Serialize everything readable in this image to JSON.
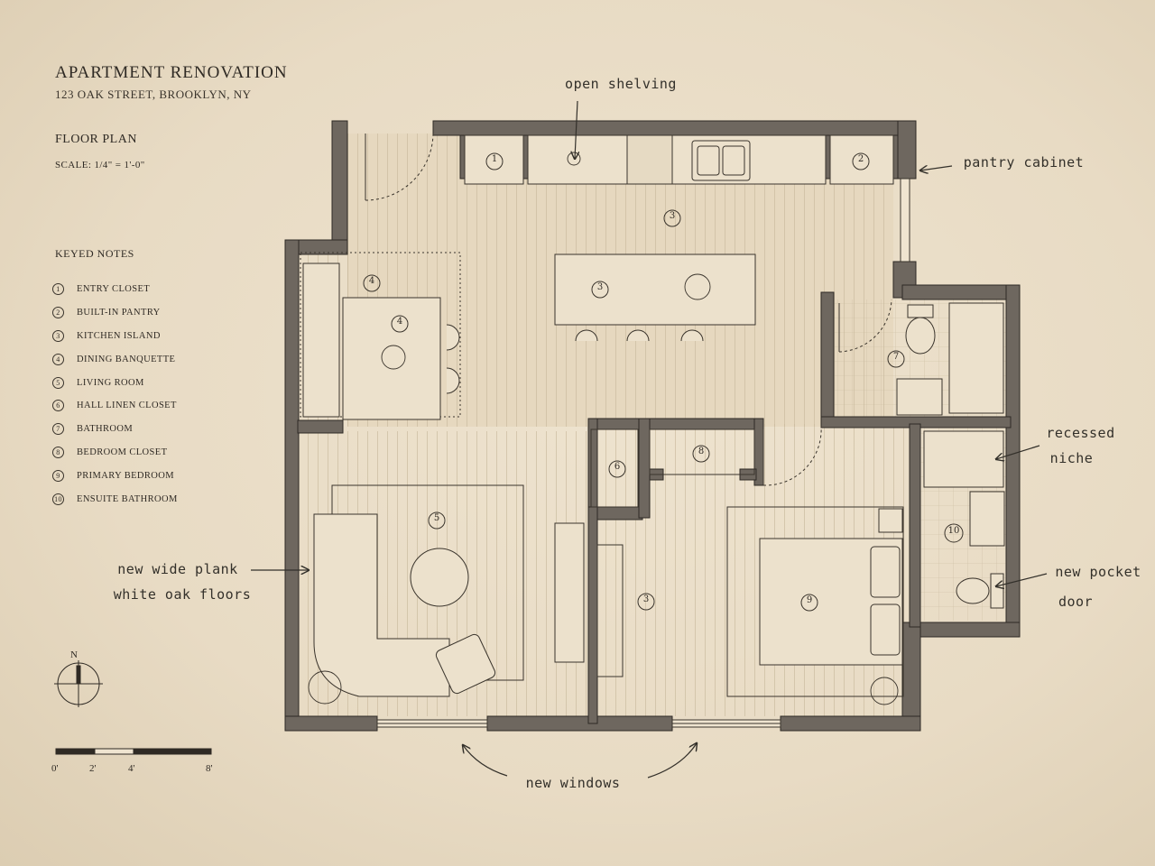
{
  "header": {
    "title": "APARTMENT RENOVATION",
    "address": "123 OAK STREET, BROOKLYN, NY",
    "plan_label": "FLOOR PLAN",
    "scale": "SCALE: 1/4\" = 1'-0\""
  },
  "keyed_notes": {
    "heading": "KEYED NOTES",
    "items": [
      {
        "num": "1",
        "label": "ENTRY CLOSET"
      },
      {
        "num": "2",
        "label": "BUILT-IN PANTRY"
      },
      {
        "num": "3",
        "label": "KITCHEN ISLAND"
      },
      {
        "num": "4",
        "label": "DINING BANQUETTE"
      },
      {
        "num": "5",
        "label": "LIVING ROOM"
      },
      {
        "num": "6",
        "label": "HALL LINEN CLOSET"
      },
      {
        "num": "7",
        "label": "BATHROOM"
      },
      {
        "num": "8",
        "label": "BEDROOM CLOSET"
      },
      {
        "num": "9",
        "label": "PRIMARY BEDROOM"
      },
      {
        "num": "10",
        "label": "ENSUITE BATHROOM"
      }
    ]
  },
  "annotations": {
    "open_shelving": "open shelving",
    "pantry_cabinet": "pantry cabinet",
    "recessed_niche_1": "recessed",
    "recessed_niche_2": "niche",
    "floors_1": "new wide plank",
    "floors_2": "white oak floors",
    "pocket_door_1": "new pocket",
    "pocket_door_2": "door",
    "new_windows": "new windows"
  },
  "plan_tags": {
    "t1": "1",
    "t2": "2",
    "t3a": "3",
    "t3b": "3",
    "t3c": "3",
    "t4": "4",
    "t4b": "4",
    "t5": "5",
    "t6": "6",
    "t7": "7",
    "t8": "8",
    "t9": "9",
    "t10": "10"
  },
  "north_label": "N",
  "scale_bar": [
    "0'",
    "2'",
    "4'",
    "8'"
  ],
  "colors": {
    "paper": "#e9dcc6",
    "wall": "#6e675f",
    "ink": "#2f2a24"
  }
}
